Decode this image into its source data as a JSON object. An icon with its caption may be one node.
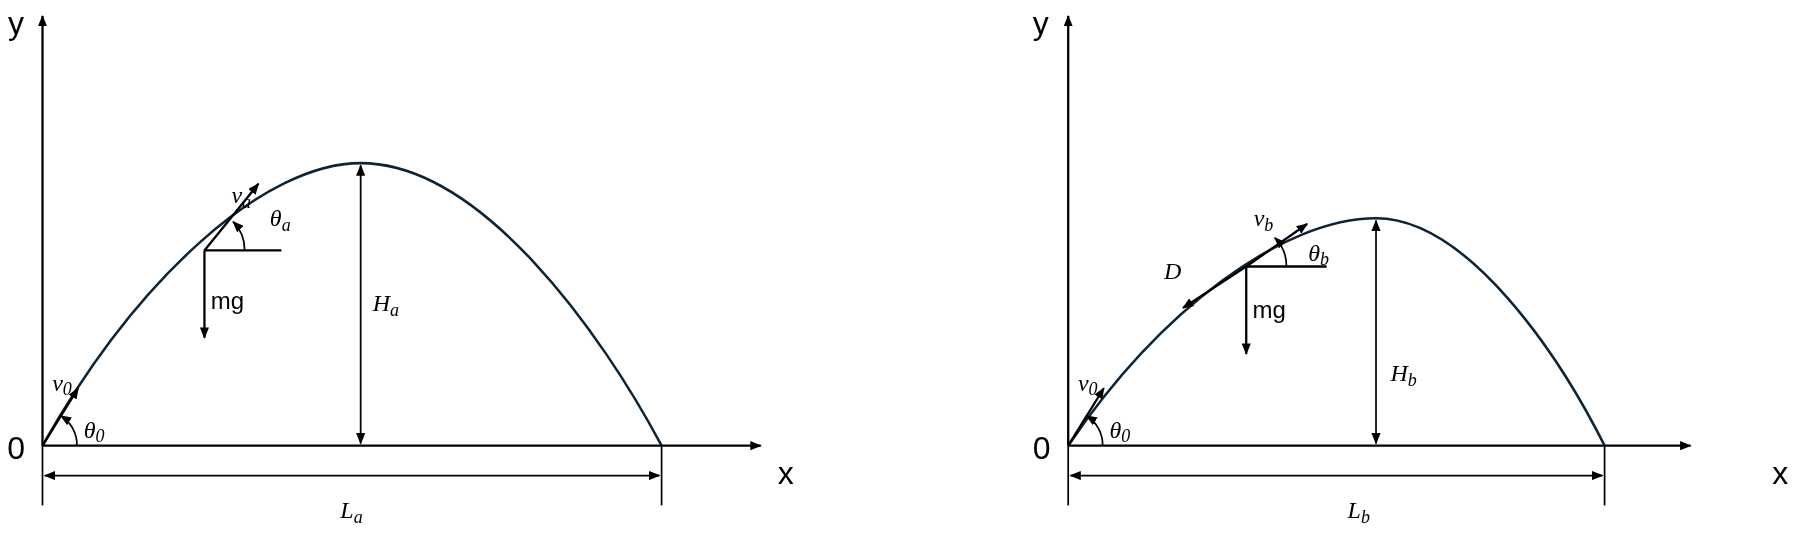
{
  "diagram": {
    "labels": [
      "y",
      "v$_{a}$",
      "θ$_{a}$",
      "mg",
      "H$_{a}$",
      "v$_{0}$",
      "θ$_{0}$",
      "0",
      "x",
      "L$_{a}$",
      "y",
      "v$_{b}$",
      "θ$_{b}$",
      "D",
      "mg",
      "H$_{b}$",
      "v$_{0}$",
      "θ$_{0}$",
      "0",
      "x",
      "L$_{b}$"
    ]
  }
}
